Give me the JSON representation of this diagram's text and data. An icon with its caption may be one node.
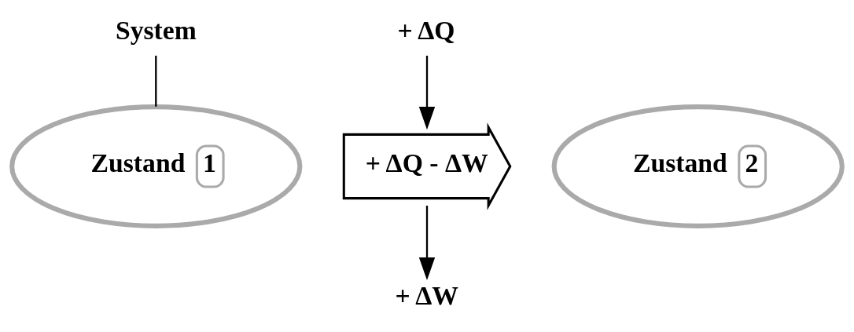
{
  "diagram": {
    "nodes": [
      {
        "text": [
          "System"
        ]
      },
      {
        "text": [
          "Zustand",
          "1"
        ]
      },
      {
        "text": [
          "+ ΔQ - ΔW"
        ]
      },
      {
        "text": [
          "Zustand",
          "2"
        ]
      },
      {
        "text": [
          "+ ΔQ"
        ]
      },
      {
        "text": [
          "+ ΔW"
        ]
      }
    ],
    "edges": [
      {
        "from": 0,
        "to": 1,
        "arrow": "none"
      },
      {
        "from": 4,
        "to": 2,
        "arrow": "to"
      },
      {
        "from": 2,
        "to": 5,
        "arrow": "to"
      }
    ]
  }
}
